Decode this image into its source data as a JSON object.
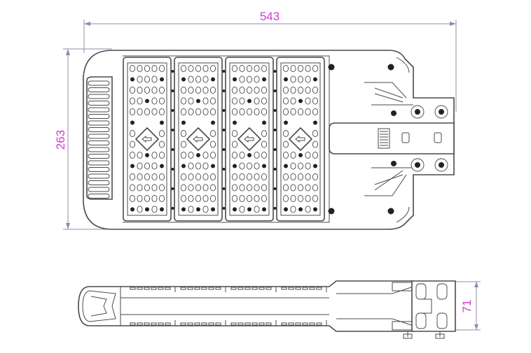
{
  "dimensions": {
    "overall_length": "543",
    "overall_width": "263",
    "side_height": "71"
  },
  "views": {
    "top_view": {
      "led_modules": 4
    },
    "side_view": {}
  },
  "colors": {
    "dimension_text": "#d23ad0",
    "dimension_line": "#8c8ca8",
    "outline": "#4a4a4a"
  }
}
